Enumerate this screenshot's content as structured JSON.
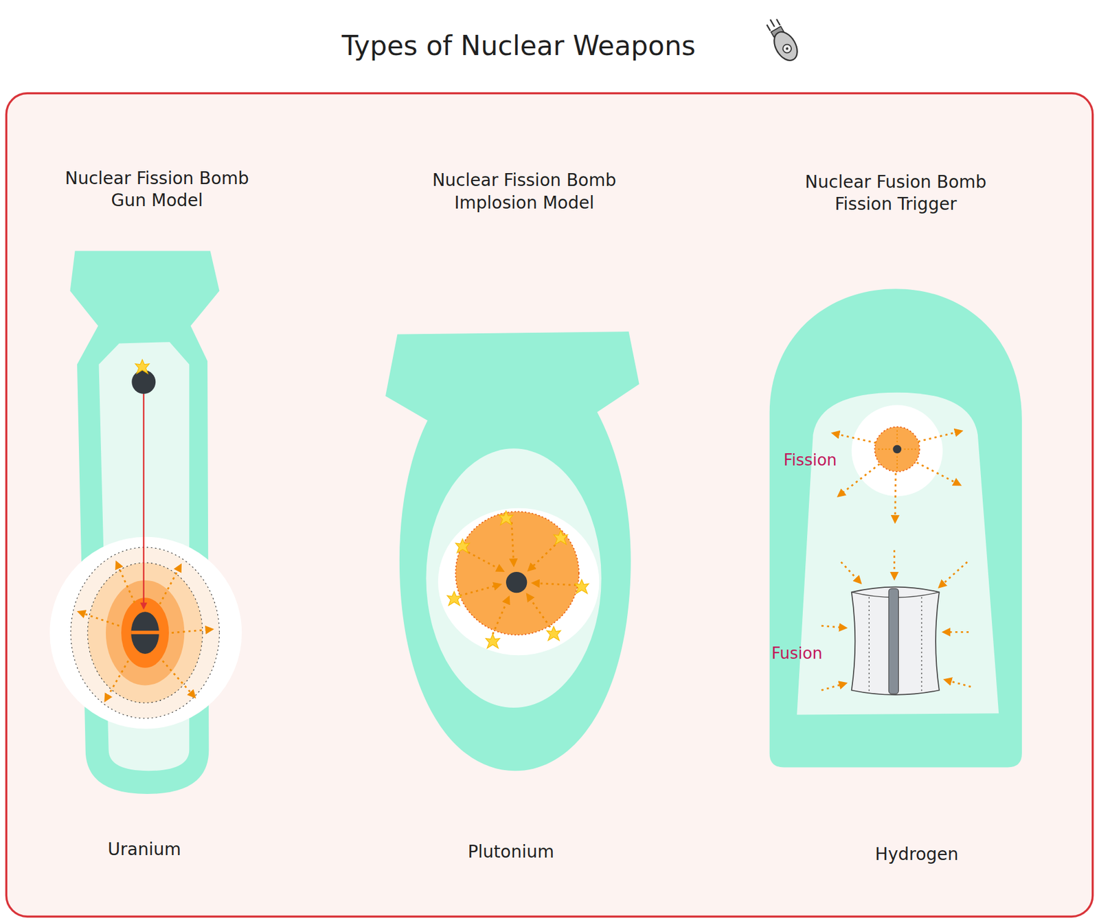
{
  "diagram": {
    "title": "Types of Nuclear Weapons",
    "labels": [
      "Nuclear Fission Bomb Gun Model",
      "Nuclear Fission Bomb Implosion Model",
      "Nuclear Fusion Bomb Fission Trigger",
      "Fission",
      "Fusion",
      "Uranium",
      "Plutonium",
      "Hydrogen"
    ]
  }
}
